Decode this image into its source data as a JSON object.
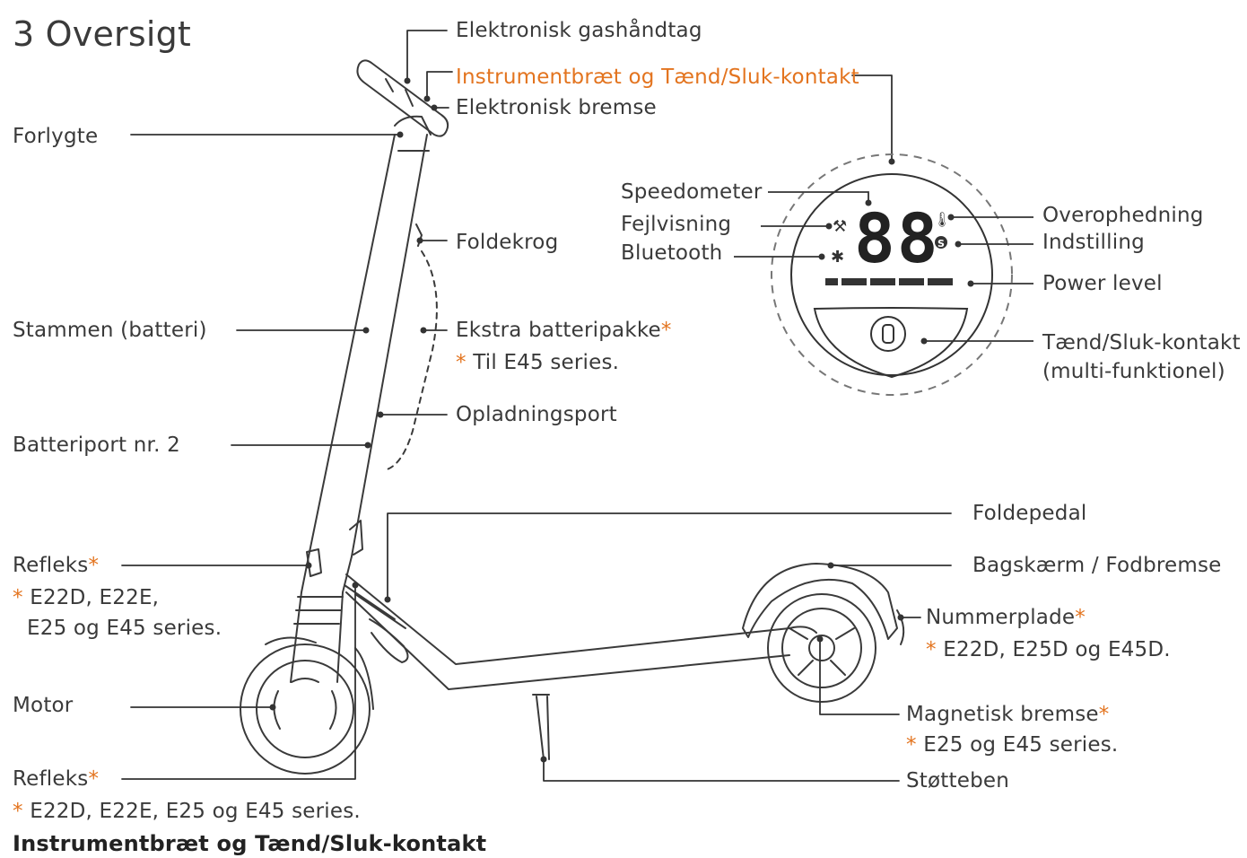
{
  "page": {
    "title": "3 Oversigt",
    "footer": "Instrumentbræt og Tænd/Sluk-kontakt"
  },
  "labels": {
    "gas": "Elektronisk gashåndtag",
    "dashboard_power": "Instrumentbræt og Tænd/Sluk-kontakt",
    "ebrake": "Elektronisk bremse",
    "headlight": "Forlygte",
    "fold_hook": "Foldekrog",
    "stem": "Stammen (batteri)",
    "extra_battery": "Ekstra batteripakke",
    "extra_battery_note": "Til E45 series.",
    "charge_port": "Opladningsport",
    "battery_port": "Batteriport nr. 2",
    "fold_pedal": "Foldepedal",
    "fender": "Bagskærm / Fodbremse",
    "reflex1": "Refleks",
    "reflex1_note_line1": "E22D, E22E,",
    "reflex1_note_line2": "E25 og E45 series.",
    "plate": "Nummerplade",
    "plate_note": "E22D, E25D og E45D.",
    "motor": "Motor",
    "mag_brake": "Magnetisk bremse",
    "mag_brake_note": "E25 og E45 series.",
    "reflex2": "Refleks",
    "reflex2_note": "E22D, E22E, E25 og E45 series.",
    "kickstand": "Støtteben",
    "star": "*"
  },
  "dashboard": {
    "speedometer": "Speedometer",
    "fault": "Fejlvisning",
    "bluetooth": "Bluetooth",
    "overheat": "Overophedning",
    "setting": "Indstilling",
    "power_level": "Power level",
    "power_switch_line1": "Tænd/Sluk-kontakt",
    "power_switch_line2": "(multi-funktionel)",
    "digits": "88"
  },
  "colors": {
    "text": "#3a3a3a",
    "accent": "#e3741f",
    "line": "#333333"
  }
}
